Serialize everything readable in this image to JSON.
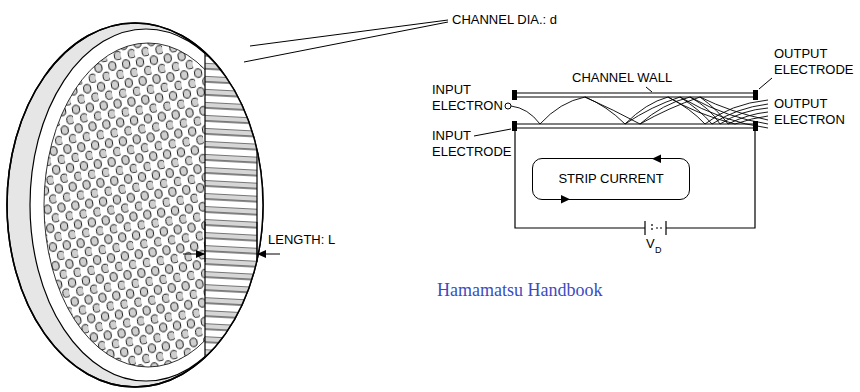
{
  "diagram": {
    "caption": "Hamamatsu Handbook",
    "nodes": [
      {
        "text": [
          "STRIP CURRENT"
        ]
      }
    ],
    "labels": [
      "CHANNEL DIA.: d",
      "LENGTH: L",
      "CHANNEL WALL",
      "OUTPUT ELECTRODE",
      "INPUT ELECTRON",
      "OUTPUT ELECTRON",
      "INPUT ELECTRODE",
      "V",
      "D"
    ]
  }
}
